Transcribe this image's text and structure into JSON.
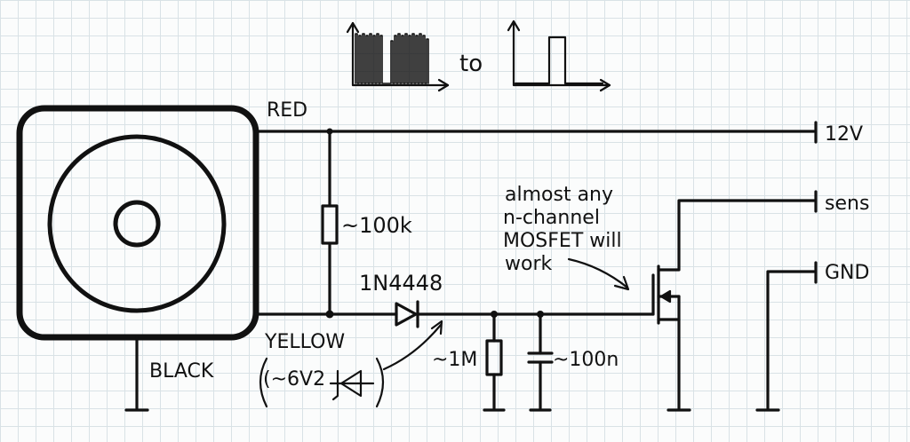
{
  "wire_colors": {
    "red": {
      "label": "RED",
      "color": "#b01515"
    },
    "yellow": {
      "label": "YELLOW",
      "color": "#f2d600"
    },
    "black": {
      "label": "BLACK",
      "color": "#111111"
    }
  },
  "signal": {
    "to_label": "to"
  },
  "terminals": {
    "v12": "12V",
    "sens": "sens",
    "gnd": "GND"
  },
  "components": {
    "pullup_resistor": "~100k",
    "diode": "1N4448",
    "zener": "(~6V2",
    "load_resistor": "~1M",
    "capacitor": "~100n"
  },
  "note": {
    "lines": [
      "almost any",
      "n-channel",
      "MOSFET will",
      "work"
    ]
  }
}
